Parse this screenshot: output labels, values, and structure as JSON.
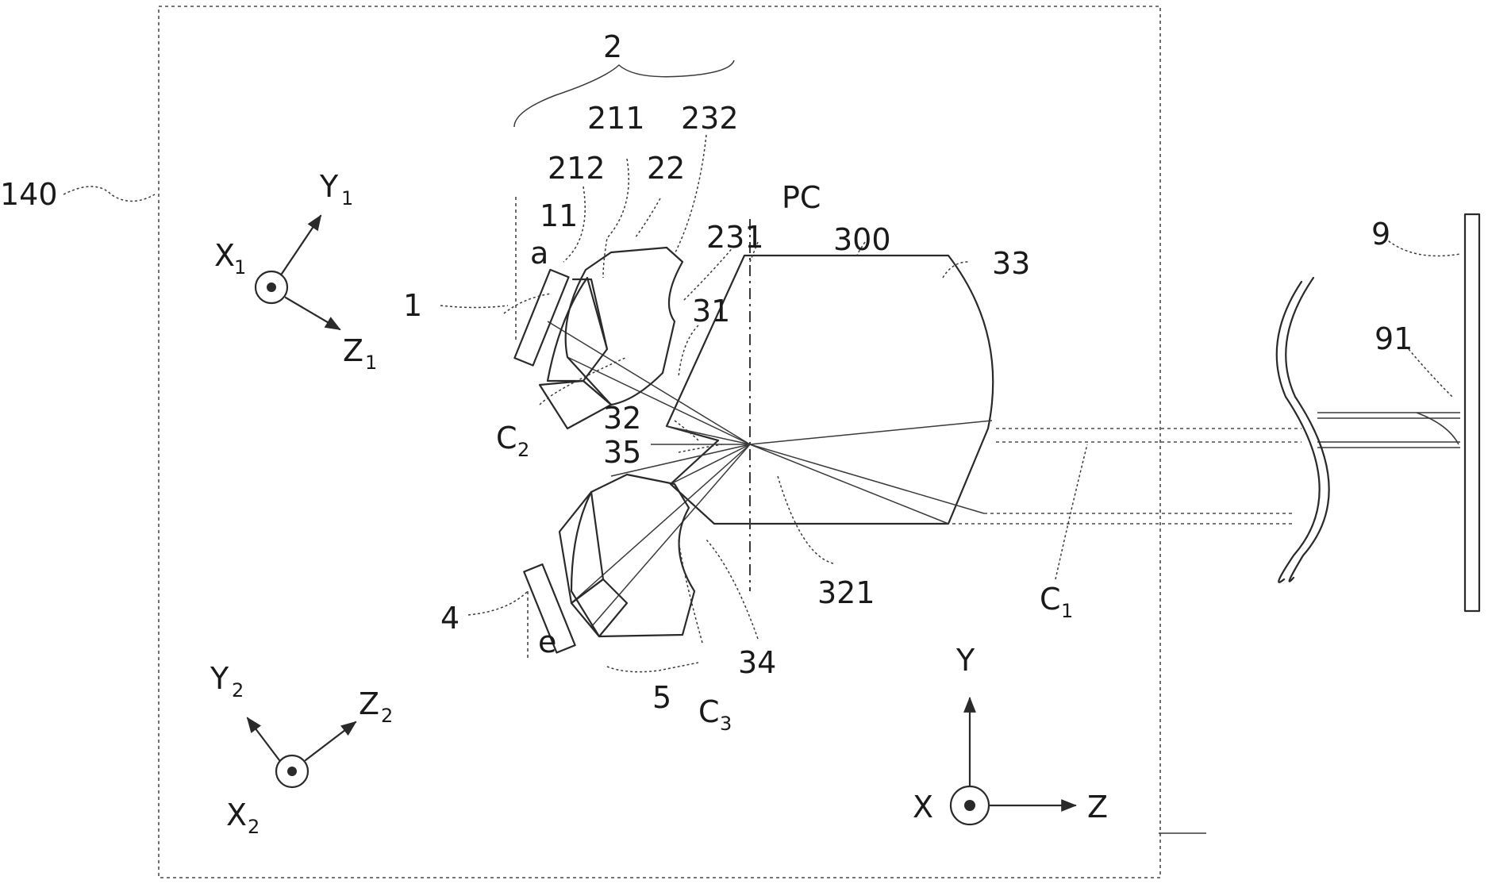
{
  "labels": {
    "module": "140",
    "group_2": "2",
    "n211": "211",
    "n232": "232",
    "n212": "212",
    "n22": "22",
    "n11": "11",
    "pc": "PC",
    "n300": "300",
    "n33": "33",
    "n231": "231",
    "n31": "31",
    "n1": "1",
    "a": "a",
    "c2_main": "C",
    "c2_sub": "2",
    "n32": "32",
    "n35": "35",
    "n321": "321",
    "c1_main": "C",
    "c1_sub": "1",
    "n4": "4",
    "e": "e",
    "n34": "34",
    "n5": "5",
    "c3_main": "C",
    "c3_sub": "3",
    "n9": "9",
    "n91": "91"
  },
  "axes_1": {
    "x": "X",
    "x_sub": "1",
    "y": "Y",
    "y_sub": "1",
    "z": "Z",
    "z_sub": "1"
  },
  "axes_2": {
    "x": "X",
    "x_sub": "2",
    "y": "Y",
    "y_sub": "2",
    "z": "Z",
    "z_sub": "2"
  },
  "axes_global": {
    "x": "X",
    "y": "Y",
    "z": "Z"
  }
}
